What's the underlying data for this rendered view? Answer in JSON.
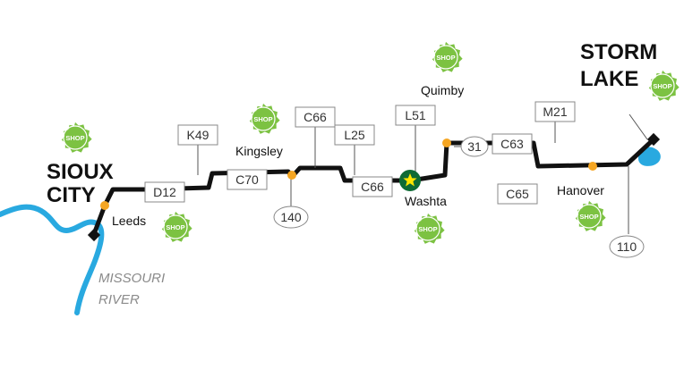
{
  "cities": {
    "sioux_city_line1": "SIOUX",
    "sioux_city_line2": "CITY",
    "storm_lake_line1": "STORM",
    "storm_lake_line2": "LAKE",
    "leeds": "Leeds",
    "kingsley": "Kingsley",
    "washta": "Washta",
    "quimby": "Quimby",
    "hanover": "Hanover"
  },
  "county_roads": [
    "D12",
    "C70",
    "K49",
    "C66",
    "L25",
    "C66",
    "L51",
    "C63",
    "M21",
    "C65"
  ],
  "highway_numbers": [
    "140",
    "31",
    "110"
  ],
  "river_label_line1": "MISSOURI",
  "river_label_line2": "RIVER",
  "shop_label": "SHOP",
  "colors": {
    "route": "#111111",
    "river": "#29a9e0",
    "shop_badge": "#7cc242",
    "town_dot": "#f5a623",
    "washta_marker": "#0e6b35",
    "washta_star": "#ffe600"
  }
}
